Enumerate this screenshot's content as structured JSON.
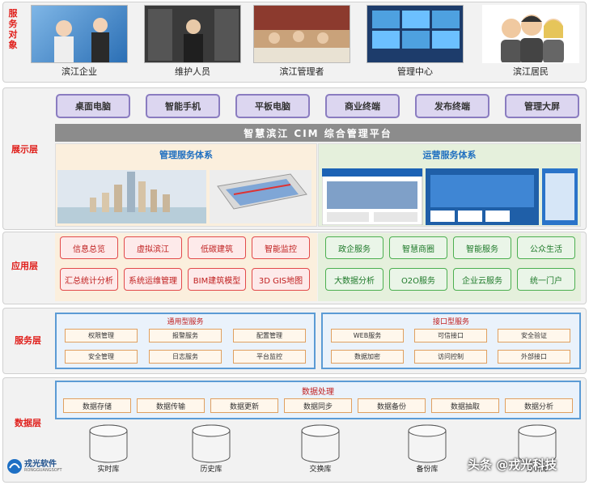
{
  "audience": {
    "label": "服务对象",
    "items": [
      {
        "caption": "滨江企业",
        "icon": "business-people-photo"
      },
      {
        "caption": "维护人员",
        "icon": "server-room-photo"
      },
      {
        "caption": "滨江管理者",
        "icon": "meeting-photo"
      },
      {
        "caption": "管理中心",
        "icon": "control-center-photo"
      },
      {
        "caption": "滨江居民",
        "icon": "residents-avatar-icon"
      }
    ]
  },
  "display": {
    "label": "展示层",
    "devices": [
      "桌面电脑",
      "智能手机",
      "平板电脑",
      "商业终端",
      "发布终端",
      "管理大屏"
    ],
    "platform": "智慧滨江 CIM 综合管理平台",
    "left_system": "管理服务体系",
    "right_system": "运营服务体系"
  },
  "application": {
    "label": "应用层",
    "left": [
      "信息总览",
      "虚拟滨江",
      "低碳建筑",
      "智能监控",
      "汇总统计分析",
      "系统运维管理",
      "BIM建筑模型",
      "3D GIS地图"
    ],
    "right": [
      "政企服务",
      "智慧商圈",
      "智能服务",
      "公众生活",
      "大数据分析",
      "O2O服务",
      "企业云服务",
      "统一门户"
    ]
  },
  "service": {
    "label": "服务层",
    "left_title": "通用型服务",
    "left": [
      "权限管理",
      "报警服务",
      "配置管理",
      "安全管理",
      "日志服务",
      "平台监控"
    ],
    "right_title": "接口型服务",
    "right": [
      "WEB服务",
      "可信接口",
      "安全验证",
      "数据加密",
      "访问控制",
      "外部接口"
    ]
  },
  "data": {
    "label": "数据层",
    "processing_title": "数据处理",
    "processing": [
      "数据存储",
      "数据传输",
      "数据更新",
      "数据同步",
      "数据备份",
      "数据抽取",
      "数据分析"
    ],
    "databases": [
      "实时库",
      "历史库",
      "交换库",
      "备份库",
      "分析库"
    ]
  },
  "logo": {
    "name": "戎光软件",
    "sub": "RONGGUANGSOFT"
  },
  "watermark": "头条 @戎光科技",
  "colors": {
    "label_red": "#e0201c",
    "purple": "#8a7cc0",
    "blue": "#5b9bd5"
  }
}
